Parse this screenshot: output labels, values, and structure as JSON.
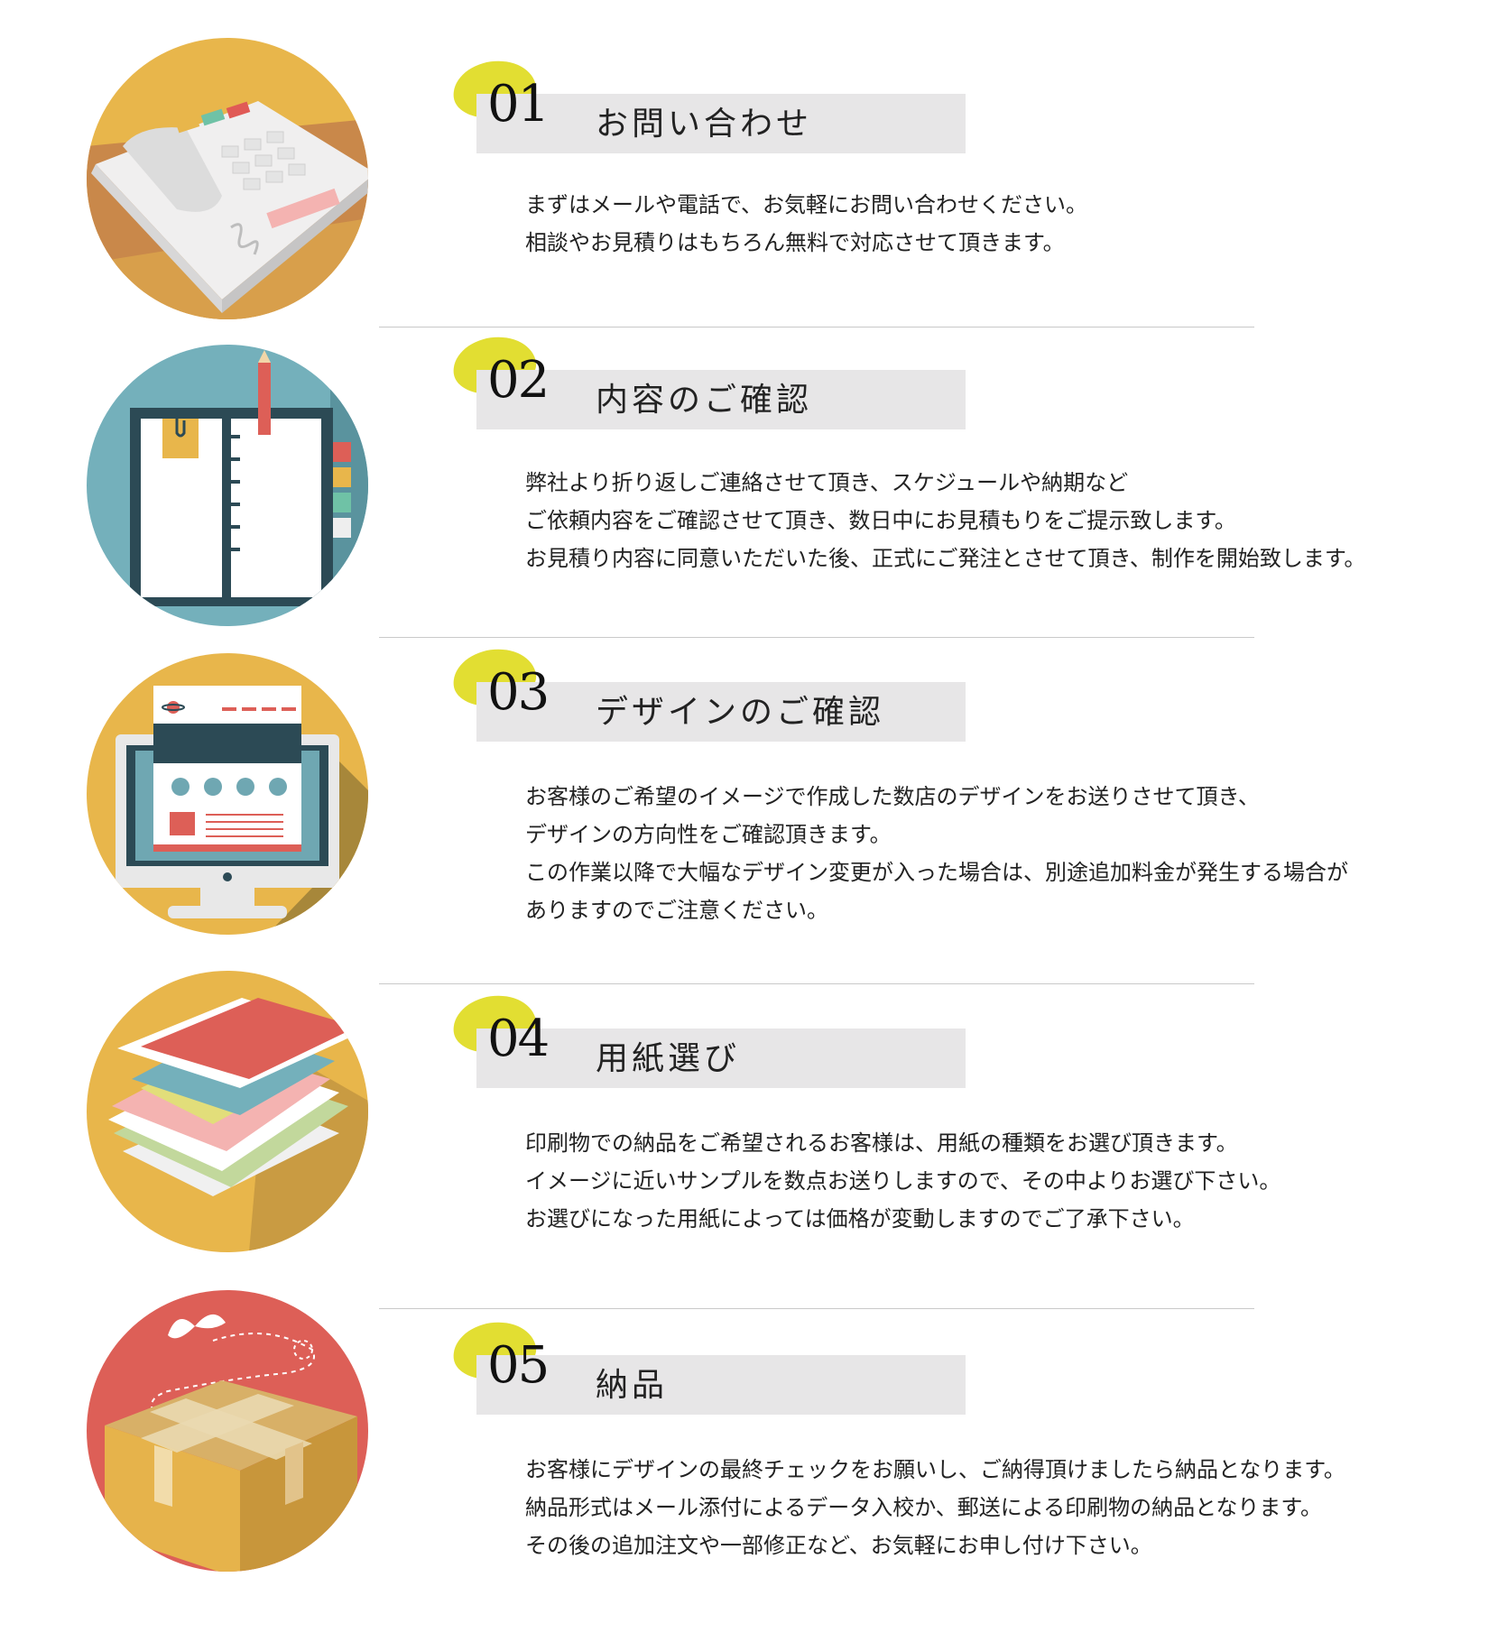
{
  "steps": [
    {
      "number": "01",
      "title": "お問い合わせ",
      "icon": "telephone-icon",
      "icon_bg": "#e8b64b",
      "lines": [
        "まずはメールや電話で、お気軽にお問い合わせください。",
        "相談やお見積りはもちろん無料で対応させて頂きます。"
      ]
    },
    {
      "number": "02",
      "title": "内容のご確認",
      "icon": "notebook-icon",
      "icon_bg": "#74b0bb",
      "lines": [
        "弊社より折り返しご連絡させて頂き、スケジュールや納期など",
        "ご依頼内容をご確認させて頂き、数日中にお見積もりをご提示致します。",
        "お見積り内容に同意いただいた後、正式にご発注とさせて頂き、制作を開始致します。"
      ]
    },
    {
      "number": "03",
      "title": "デザインのご確認",
      "icon": "monitor-icon",
      "icon_bg": "#e8b64b",
      "lines": [
        "お客様のご希望のイメージで作成した数店のデザインをお送りさせて頂き、",
        "デザインの方向性をご確認頂きます。",
        "この作業以降で大幅なデザイン変更が入った場合は、別途追加料金が発生する場合が",
        "ありますのでご注意ください。"
      ]
    },
    {
      "number": "04",
      "title": "用紙選び",
      "icon": "paper-stack-icon",
      "icon_bg": "#e8b64b",
      "lines": [
        "印刷物での納品をご希望されるお客様は、用紙の種類をお選び頂きます。",
        "イメージに近いサンプルを数点お送りしますので、その中よりお選び下さい。",
        "お選びになった用紙によっては価格が変動しますのでご了承下さい。"
      ]
    },
    {
      "number": "05",
      "title": "納品",
      "icon": "delivery-box-icon",
      "icon_bg": "#dd5f57",
      "lines": [
        "お客様にデザインの最終チェックをお願いし、ご納得頂けましたら納品となります。",
        "納品形式はメール添付によるデータ入校か、郵送による印刷物の納品となります。",
        "その後の追加注文や一部修正など、お気軽にお申し付け下さい。"
      ]
    }
  ],
  "colors": {
    "accent_blob": "#e2de32",
    "title_bar": "#e7e6e7",
    "divider": "#c9c9c9"
  }
}
